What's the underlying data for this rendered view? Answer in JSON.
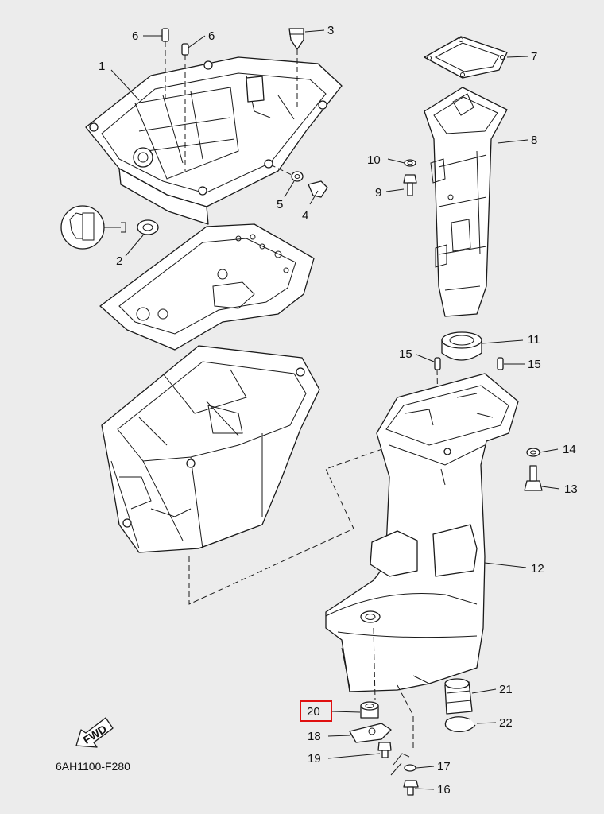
{
  "diagram_code": "6AH1100-F280",
  "fwd_label": "FWD",
  "highlight_color": "#e01010",
  "callouts": {
    "c1": "1",
    "c2": "2",
    "c3": "3",
    "c4": "4",
    "c5": "5",
    "c6a": "6",
    "c6b": "6",
    "c7": "7",
    "c8": "8",
    "c9": "9",
    "c10": "10",
    "c11": "11",
    "c12": "12",
    "c13": "13",
    "c14": "14",
    "c15a": "15",
    "c15b": "15",
    "c16": "16",
    "c17": "17",
    "c18": "18",
    "c19": "19",
    "c20": "20",
    "c21": "21",
    "c22": "22"
  },
  "highlighted_callout": "20"
}
